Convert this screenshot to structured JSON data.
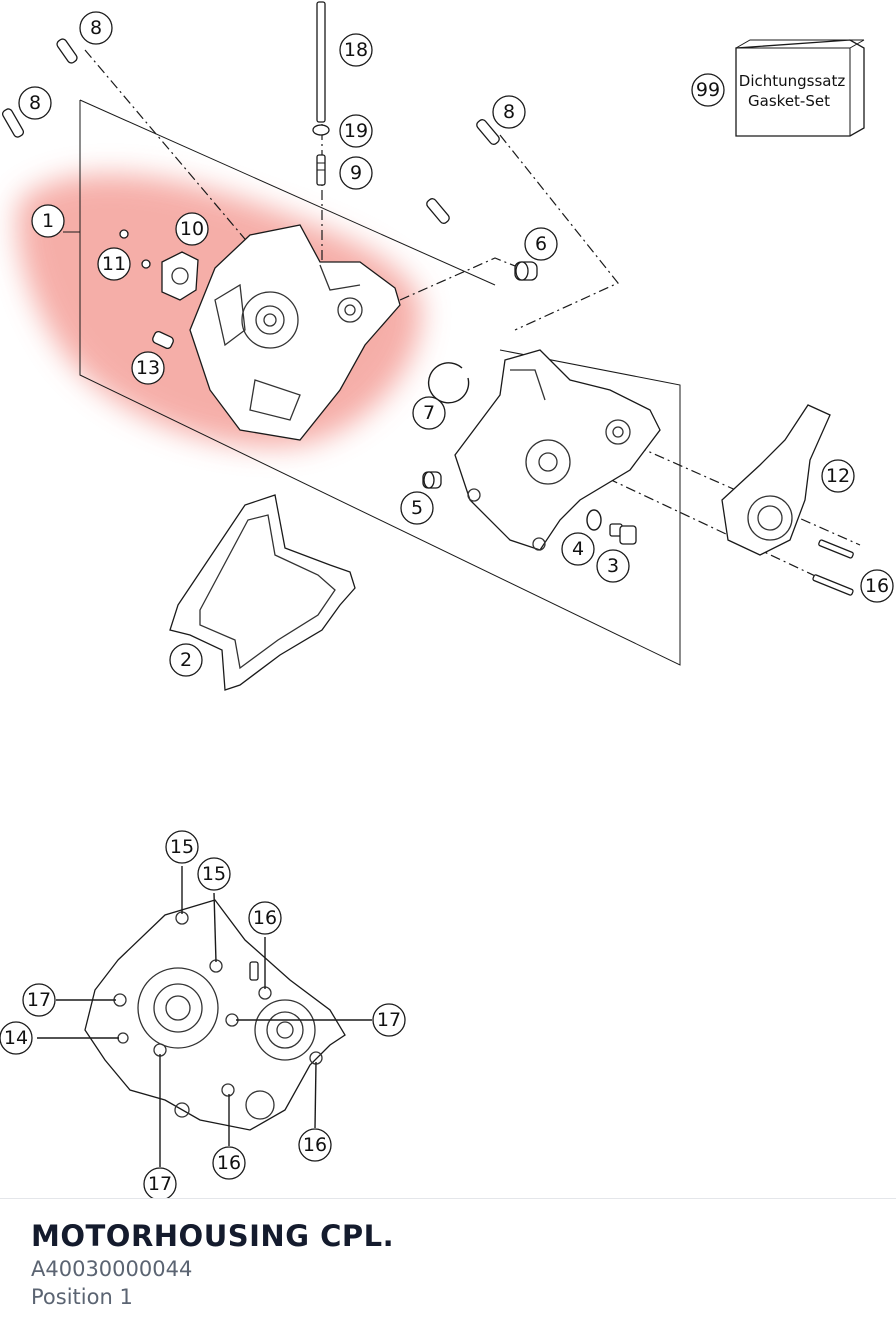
{
  "diagram": {
    "kit_box": {
      "line1": "Dichtungssatz",
      "line2": "Gasket-Set",
      "callout": "99"
    },
    "callouts": [
      "8",
      "8",
      "8",
      "18",
      "19",
      "9",
      "1",
      "10",
      "11",
      "13",
      "6",
      "7",
      "5",
      "4",
      "3",
      "12",
      "16",
      "2",
      "15",
      "15",
      "16",
      "17",
      "17",
      "14",
      "17",
      "16",
      "16"
    ],
    "highlight_color": "#f4a09a"
  },
  "footer": {
    "title": "MOTORHOUSING CPL.",
    "part_number": "A40030000044",
    "position": "Position 1"
  }
}
